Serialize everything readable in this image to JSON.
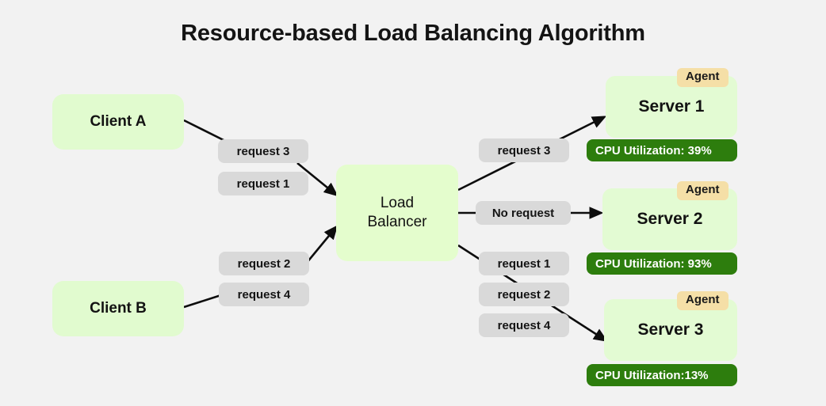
{
  "page": {
    "title": "Resource-based Load Balancing Algorithm",
    "background_color": "#f2f2f2"
  },
  "colors": {
    "client_box": "#e1fbcf",
    "load_balancer_box": "#e4fdcd",
    "server_box": "#e3fbd3",
    "agent_badge": "#f5dfa7",
    "cpu_bar": "#2d7d0d",
    "request_pill": "#d9d9d9",
    "arrow": "#0d0d0d",
    "text": "#121212"
  },
  "clients": [
    {
      "id": "client-a",
      "label": "Client A"
    },
    {
      "id": "client-b",
      "label": "Client B"
    }
  ],
  "load_balancer": {
    "label_line1": "Load",
    "label_line2": "Balancer"
  },
  "servers": [
    {
      "id": "server-1",
      "label": "Server 1",
      "agent_badge": "Agent",
      "cpu_label": "CPU Utilization: 39%",
      "cpu_percent": 39
    },
    {
      "id": "server-2",
      "label": "Server 2",
      "agent_badge": "Agent",
      "cpu_label": "CPU Utilization: 93%",
      "cpu_percent": 93
    },
    {
      "id": "server-3",
      "label": "Server 3",
      "agent_badge": "Agent",
      "cpu_label": "CPU Utilization:13%",
      "cpu_percent": 13
    }
  ],
  "inbound_requests": [
    {
      "id": "in-req-3",
      "label": "request 3",
      "from": "client-a"
    },
    {
      "id": "in-req-1",
      "label": "request 1",
      "from": "client-a"
    },
    {
      "id": "in-req-2",
      "label": "request 2",
      "from": "client-b"
    },
    {
      "id": "in-req-4",
      "label": "request 4",
      "from": "client-b"
    }
  ],
  "outbound_requests": [
    {
      "id": "out-req-3",
      "label": "request 3",
      "to": "server-1"
    },
    {
      "id": "out-no-request",
      "label": "No request",
      "to": "server-2"
    },
    {
      "id": "out-req-1",
      "label": "request 1",
      "to": "server-3"
    },
    {
      "id": "out-req-2",
      "label": "request 2",
      "to": "server-3"
    },
    {
      "id": "out-req-4",
      "label": "request 4",
      "to": "server-3"
    }
  ]
}
